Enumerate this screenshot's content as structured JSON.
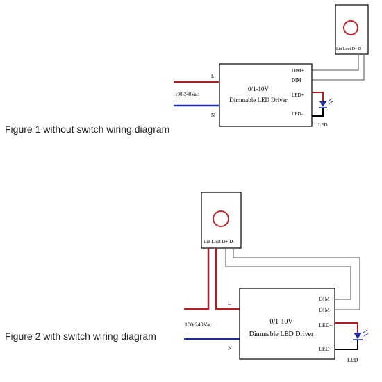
{
  "figure1": {
    "caption": "Figure 1 without switch wiring diagram",
    "driver_line1": "0/1-10V",
    "driver_line2": "Dimmable LED Driver",
    "input_voltage": "100-240Vac",
    "terminal_L": "L",
    "terminal_N": "N",
    "dim_plus": "DIM+",
    "dim_minus": "DIM-",
    "led_plus": "LED+",
    "led_minus": "LED-",
    "led_label": "LED",
    "dimmer_terminals": "Lin  Lout D+  D-"
  },
  "figure2": {
    "caption": "Figure 2 with switch wiring diagram",
    "driver_line1": "0/1-10V",
    "driver_line2": "Dimmable LED Driver",
    "input_voltage": "100-240Vac",
    "terminal_L": "L",
    "terminal_N": "N",
    "dim_plus": "DIM+",
    "dim_minus": "DIM-",
    "led_plus": "LED+",
    "led_minus": "LED-",
    "led_label": "LED",
    "dimmer_terminals": "Lin  Lout D+  D-"
  },
  "colors": {
    "live_wire": "#b01e23",
    "neutral_wire": "#1f2fa0",
    "signal_wire": "#777777",
    "knob_ring": "#c0242c",
    "led_symbol": "#1f2fa0"
  }
}
